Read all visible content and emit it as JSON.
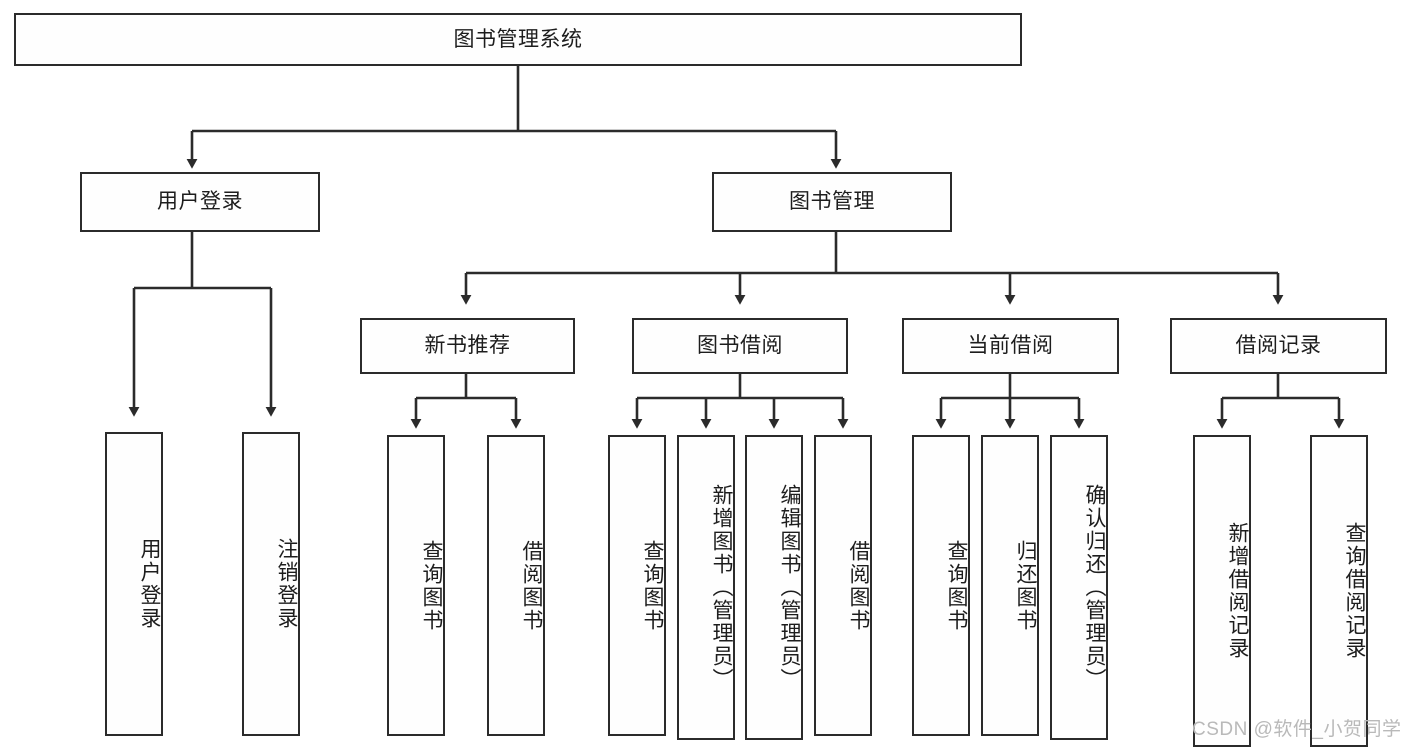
{
  "diagram": {
    "title_label": "图书管理系统",
    "type": "hierarchical-tree",
    "orientation": "top-down",
    "stroke_color": "#2b2b2b",
    "fill_color": "#fefefe",
    "text_color": "#1d1d1d",
    "background_color": "#ffffff",
    "level1": [
      {
        "id": "user-login",
        "label": "用户登录"
      },
      {
        "id": "book-management",
        "label": "图书管理"
      }
    ],
    "level2": [
      {
        "id": "new-book-recommend",
        "label": "新书推荐"
      },
      {
        "id": "book-borrow",
        "label": "图书借阅"
      },
      {
        "id": "current-borrow",
        "label": "当前借阅"
      },
      {
        "id": "borrow-record",
        "label": "借阅记录"
      }
    ],
    "leaves": {
      "user_login": [
        {
          "id": "leaf-user-login",
          "label": "用户登录"
        },
        {
          "id": "leaf-logout",
          "label": "注销登录"
        }
      ],
      "new_book_recommend": [
        {
          "id": "leaf-query-book-1",
          "label": "查询图书"
        },
        {
          "id": "leaf-borrow-book-1",
          "label": "借阅图书"
        }
      ],
      "book_borrow": [
        {
          "id": "leaf-query-book-2",
          "label": "查询图书"
        },
        {
          "id": "leaf-add-book",
          "label": "新增图书（管理员）"
        },
        {
          "id": "leaf-edit-book",
          "label": "编辑图书（管理员）"
        },
        {
          "id": "leaf-borrow-book-2",
          "label": "借阅图书"
        }
      ],
      "current_borrow": [
        {
          "id": "leaf-query-book-3",
          "label": "查询图书"
        },
        {
          "id": "leaf-return-book",
          "label": "归还图书"
        },
        {
          "id": "leaf-confirm-return",
          "label": "确认归还（管理员）"
        }
      ],
      "borrow_record": [
        {
          "id": "leaf-add-record",
          "label": "新增借阅记录"
        },
        {
          "id": "leaf-query-record",
          "label": "查询借阅记录"
        }
      ]
    }
  },
  "watermark": {
    "text": "CSDN @软件_小贺同学",
    "color": "#b9b9b9"
  }
}
